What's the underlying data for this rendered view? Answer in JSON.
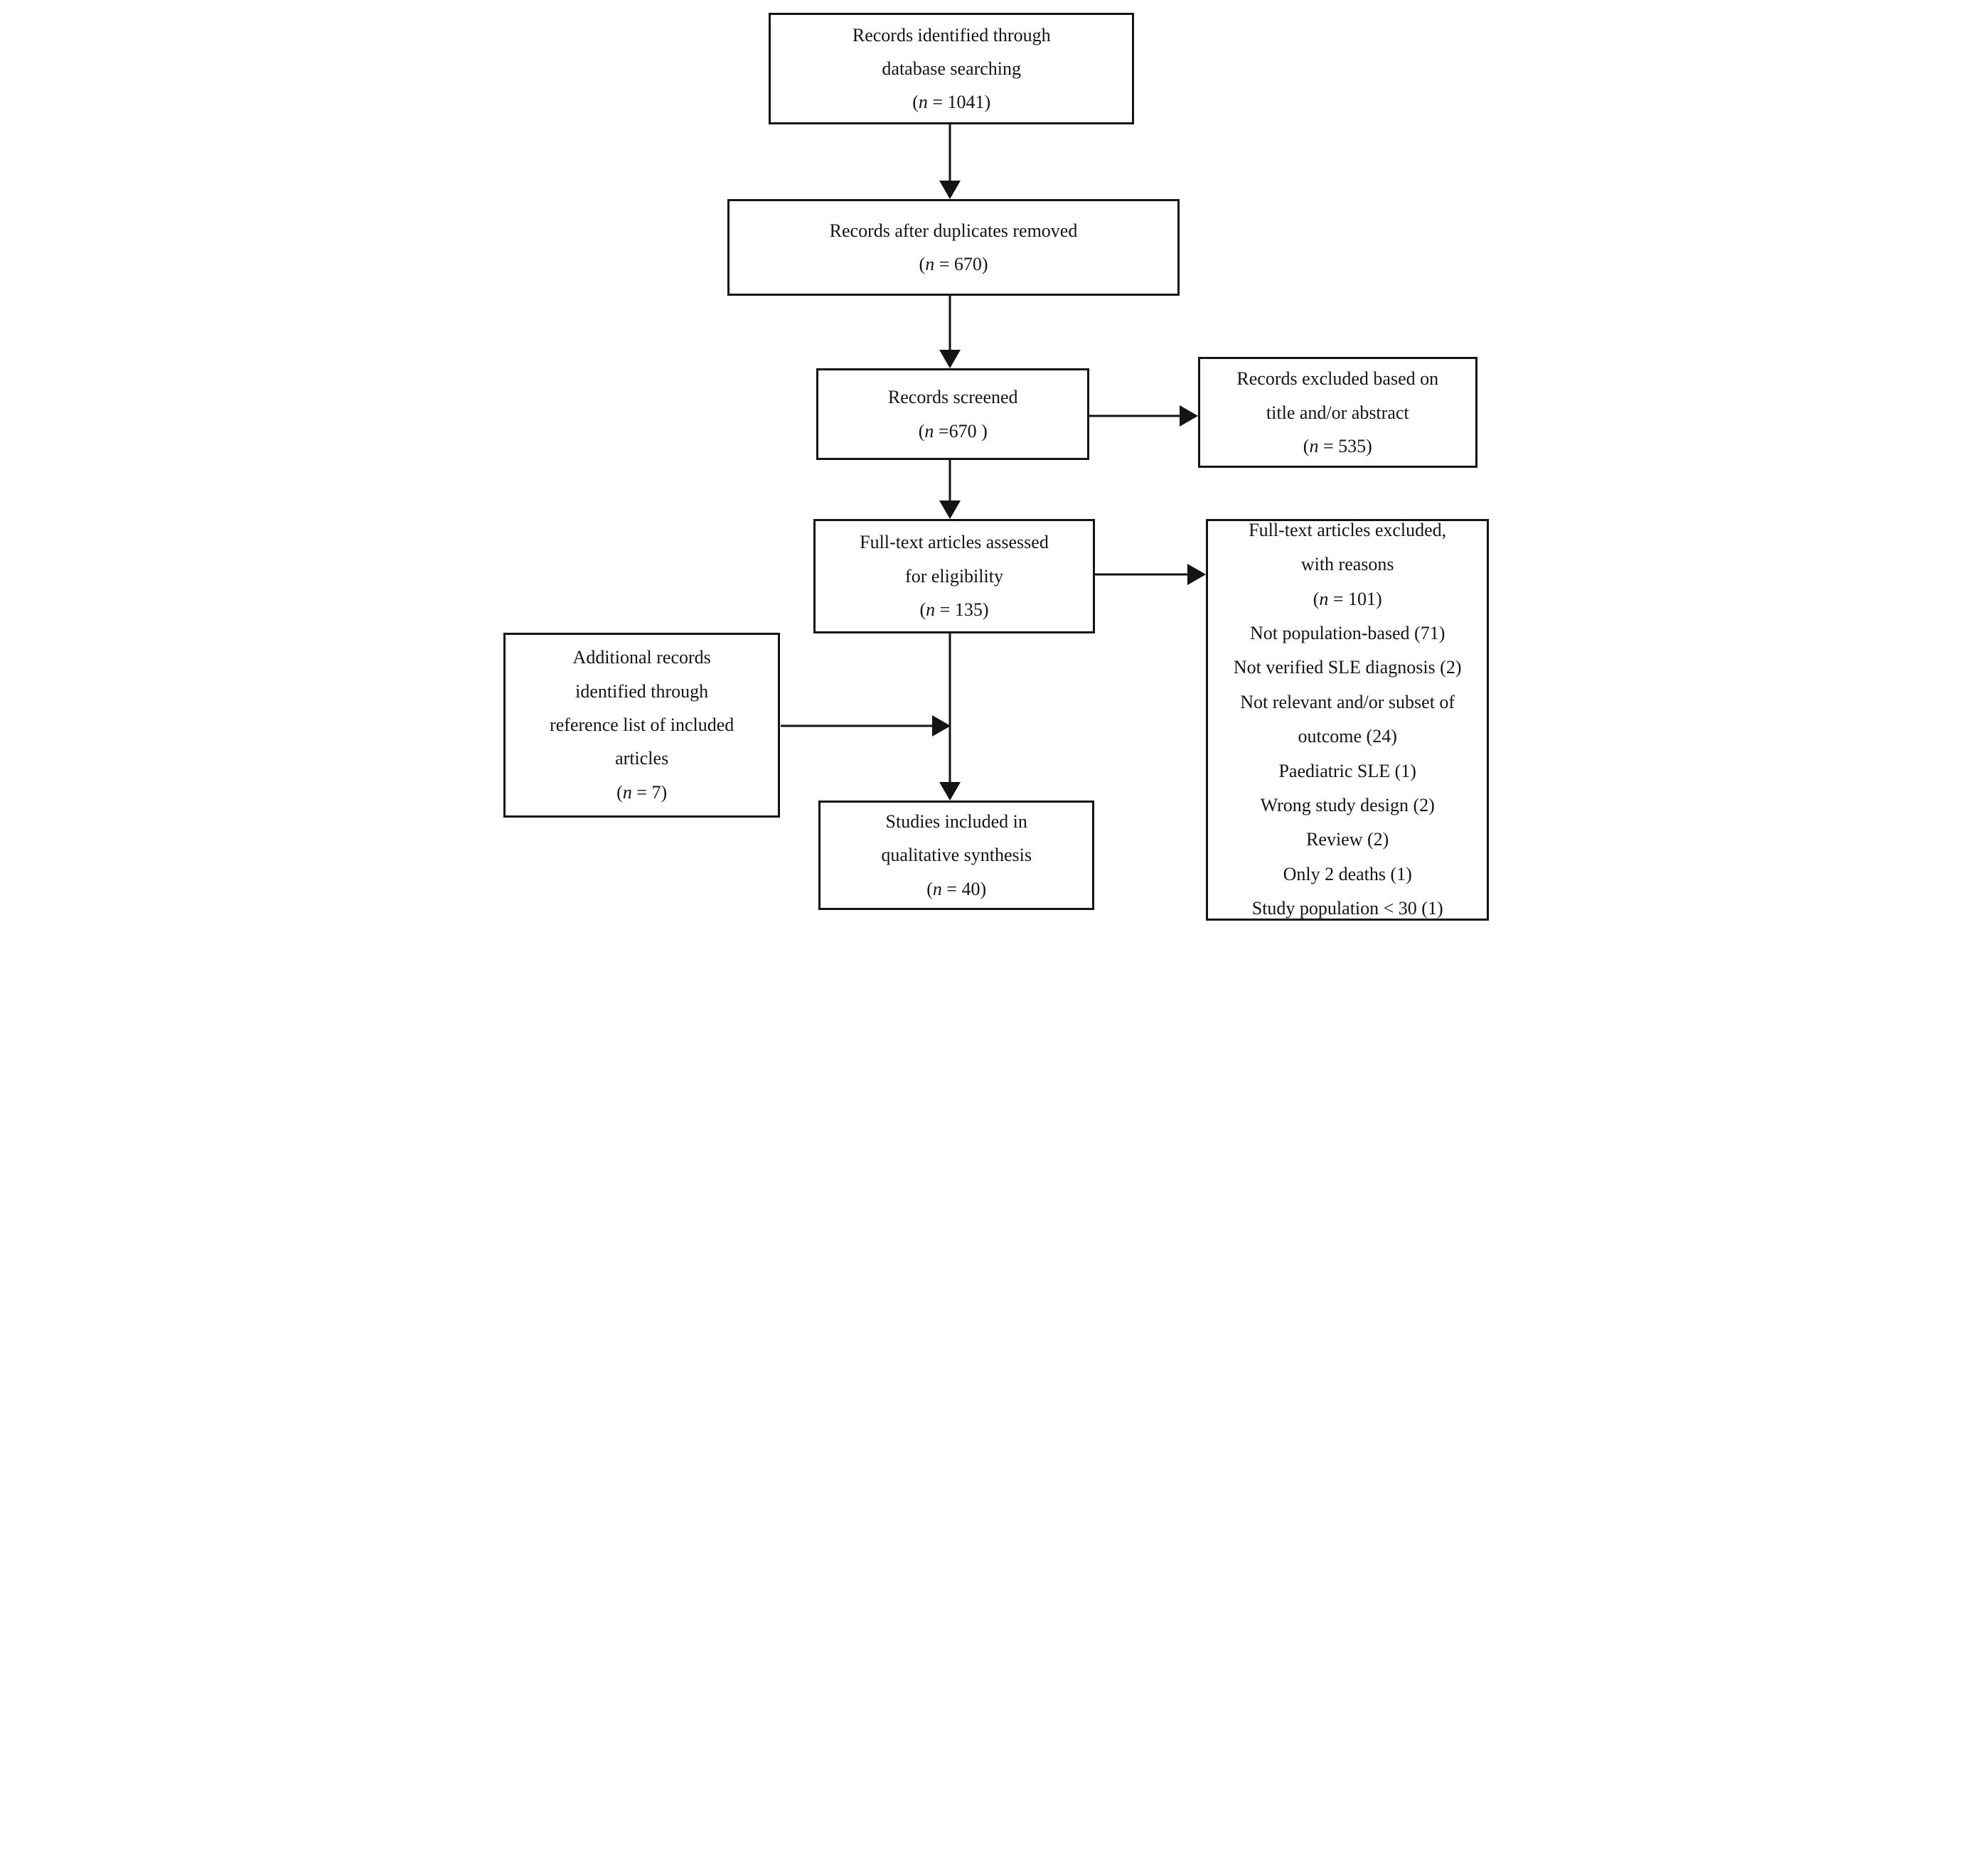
{
  "colors": {
    "background": "#ffffff",
    "border": "#141414",
    "text": "#141414"
  },
  "boxes": {
    "identified": {
      "lines": [
        "Records identified through",
        "database searching"
      ],
      "count": {
        "open": "(",
        "var": "n",
        "rest": " = 1041)"
      }
    },
    "deduplicated": {
      "lines": [
        "Records after duplicates removed"
      ],
      "count": {
        "open": "(",
        "var": "n",
        "rest": " = 670)"
      }
    },
    "screened": {
      "lines": [
        "Records screened"
      ],
      "count": {
        "open": "(",
        "var": "n",
        "rest": " =670 )"
      }
    },
    "excluded_title_abstract": {
      "lines": [
        "Records excluded based on",
        "title and/or abstract"
      ],
      "count": {
        "open": "(",
        "var": "n",
        "rest": " = 535)"
      }
    },
    "fulltext_assessed": {
      "lines": [
        "Full-text articles assessed",
        "for eligibility"
      ],
      "count": {
        "open": "(",
        "var": "n",
        "rest": " = 135)"
      }
    },
    "fulltext_excluded": {
      "lines": [
        "Full-text articles excluded,",
        "with reasons"
      ],
      "count": {
        "open": "(",
        "var": "n",
        "rest": " = 101)"
      },
      "reasons": [
        "Not population-based (71)",
        "Not verified SLE diagnosis (2)",
        "Not relevant and/or subset of outcome (24)",
        "Paediatric SLE (1)",
        "Wrong study design (2)",
        "Review (2)",
        "Only 2 deaths (1)",
        "Study population < 30 (1)"
      ]
    },
    "additional_records": {
      "lines": [
        "Additional records",
        "identified through",
        "reference list of included",
        "articles"
      ],
      "count": {
        "open": "(",
        "var": "n",
        "rest": " = 7)"
      }
    },
    "included_qualitative": {
      "lines": [
        "Studies included in",
        "qualitative synthesis"
      ],
      "count": {
        "open": "(",
        "var": "n",
        "rest": " = 40)"
      }
    }
  }
}
